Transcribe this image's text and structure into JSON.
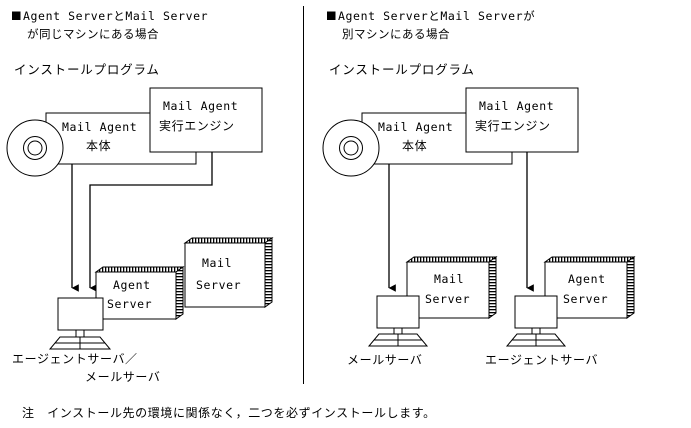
{
  "figure": {
    "footnote": "注　インストール先の環境に関係なく，二つを必ずインストールします。"
  },
  "panels": [
    {
      "id": "same-machine",
      "bullet": "■",
      "heading_line1": "Agent ServerとMail Server",
      "heading_line2": "が同じマシンにある場合",
      "program_label": "インストールプログラム",
      "components": [
        {
          "name": "mail-agent-main",
          "line1": "Mail Agent",
          "line2": "本体"
        },
        {
          "name": "mail-agent-engine",
          "line1": "Mail Agent",
          "line2": "実行エンジン"
        }
      ],
      "servers": [
        {
          "name": "mail-server",
          "line1": "Mail",
          "line2": "Server"
        },
        {
          "name": "agent-server",
          "line1": "Agent",
          "line2": "Server"
        }
      ],
      "machines": [
        {
          "name": "combined-machine",
          "label_line1": "エージェントサーバ／",
          "label_line2": "メールサーバ"
        }
      ]
    },
    {
      "id": "separate-machines",
      "bullet": "■",
      "heading_line1": "Agent ServerとMail Serverが",
      "heading_line2": "別マシンにある場合",
      "program_label": "インストールプログラム",
      "components": [
        {
          "name": "mail-agent-main",
          "line1": "Mail Agent",
          "line2": "本体"
        },
        {
          "name": "mail-agent-engine",
          "line1": "Mail Agent",
          "line2": "実行エンジン"
        }
      ],
      "servers": [
        {
          "name": "mail-server",
          "line1": "Mail",
          "line2": "Server"
        },
        {
          "name": "agent-server",
          "line1": "Agent",
          "line2": "Server"
        }
      ],
      "machines": [
        {
          "name": "mail-server-machine",
          "label_line1": "メールサーバ",
          "label_line2": ""
        },
        {
          "name": "agent-server-machine",
          "label_line1": "エージェントサーバ",
          "label_line2": ""
        }
      ]
    }
  ],
  "colors": {
    "stroke": "#000000",
    "background": "#ffffff",
    "text": "#000000"
  }
}
